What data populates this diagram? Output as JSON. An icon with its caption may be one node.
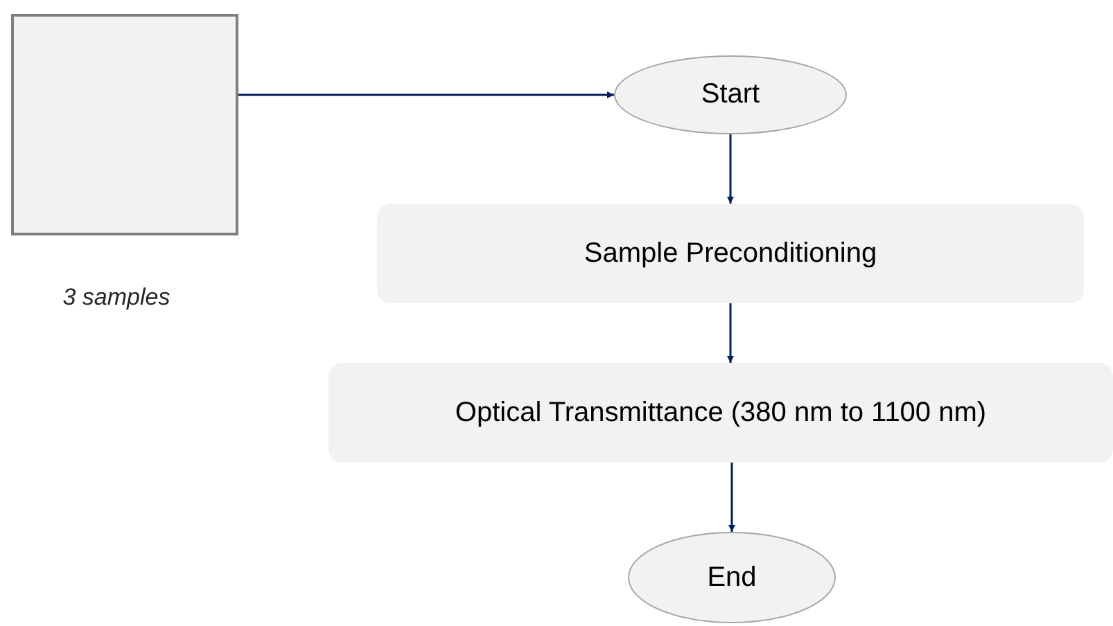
{
  "diagram": {
    "nodes": [
      {
        "text": [],
        "shape": "box",
        "beside": [
          "3 samples"
        ]
      },
      {
        "text": [
          "Start"
        ]
      },
      {
        "text": [
          "Sample Preconditioning"
        ]
      },
      {
        "text": [
          "Optical Transmittance (380 nm to 1100 nm)"
        ]
      },
      {
        "text": [
          "End"
        ]
      }
    ],
    "edges": [
      {
        "from": 0,
        "to": 1,
        "arrow": "to"
      },
      {
        "from": 1,
        "to": 2,
        "arrow": "to"
      },
      {
        "from": 2,
        "to": 3,
        "arrow": "to"
      },
      {
        "from": 3,
        "to": 4,
        "arrow": "to"
      }
    ]
  }
}
